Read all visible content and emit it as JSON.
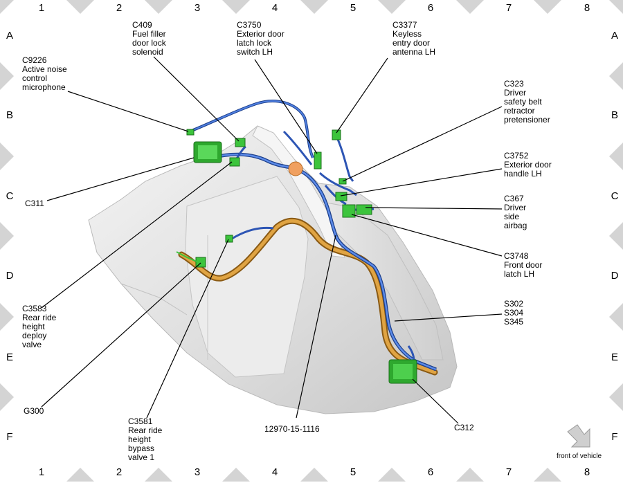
{
  "grid": {
    "columns": [
      "1",
      "2",
      "3",
      "4",
      "5",
      "6",
      "7",
      "8"
    ],
    "rows": [
      "A",
      "B",
      "C",
      "D",
      "E",
      "F"
    ]
  },
  "callouts": {
    "c9226": "C9226\nActive noise\ncontrol\nmicrophone",
    "c409": "C409\nFuel filler\ndoor lock\nsolenoid",
    "c3750": "C3750\nExterior door\nlatch lock\nswitch LH",
    "c3377": "C3377\nKeyless\nentry door\nantenna LH",
    "c323": "C323\nDriver\nsafety belt\nretractor\npretensioner",
    "c3752": "C3752\nExterior door\nhandle LH",
    "c311": "C311",
    "c367": "C367\nDriver\nside\nairbag",
    "c3748": "C3748\nFront door\nlatch LH",
    "c3583": "C3583\nRear ride\nheight\ndeploy\nvalve",
    "s302": "S302\nS304\nS345",
    "g300": "G300",
    "c3581": "C3581\nRear ride\nheight\nbypass\nvalve 1",
    "part_number": "12970-15-1116",
    "c312": "C312"
  },
  "front_of_vehicle": "front of vehicle",
  "colors": {
    "harness_blue": "#2f5fc4",
    "conduit_orange": "#c98a2a",
    "connector_green": "#3cc43c",
    "body_gray": "#e2e2e2",
    "frame_gray": "#d4d4d4"
  }
}
